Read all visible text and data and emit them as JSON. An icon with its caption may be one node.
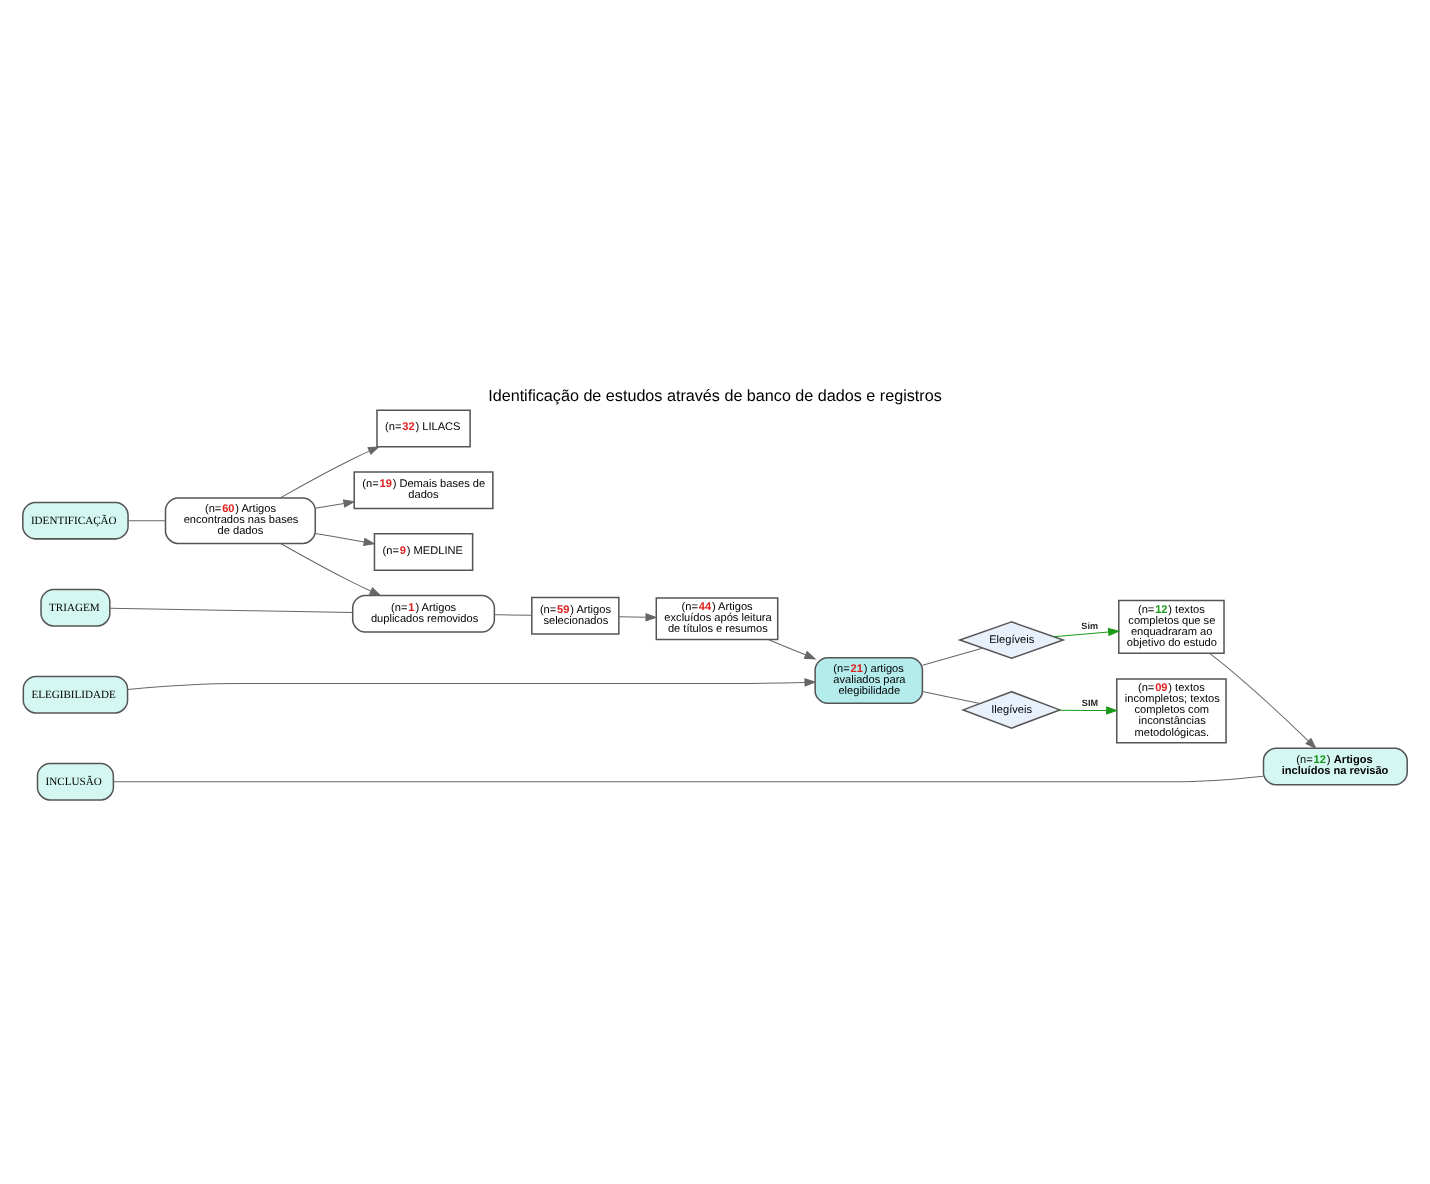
{
  "diagram": {
    "title": "Identificação de estudos através de banco de dados e registros",
    "nodes": [
      {
        "text": [
          "IDENTIFICAÇÃO"
        ]
      },
      {
        "text": [
          "(n=**60**) Artigos encontrados nas bases de dados"
        ]
      },
      {
        "text": [
          "(n=**9**) MEDLINE"
        ]
      },
      {
        "text": [
          "(n=**32**) LILACS"
        ]
      },
      {
        "text": [
          "(n=**19**) Demais bases de dados"
        ]
      },
      {
        "text": [
          "TRIAGEM"
        ]
      },
      {
        "text": [
          "(n=**1**) Artigos duplicados removidos"
        ]
      },
      {
        "text": [
          "(n=**59**) Artigos selecionados"
        ]
      },
      {
        "text": [
          "(n=**44**) Artigos excluídos após leitura de títulos e resumos"
        ]
      },
      {
        "text": [
          "ELEGIBILIDADE"
        ]
      },
      {
        "text": [
          "(n=**21**) artigos avaliados para elegibilidade"
        ]
      },
      {
        "text": [
          "Ilegíveis"
        ]
      },
      {
        "text": [
          "(n=**09**) textos incompletos; textos completos com inconstâncias metodológicas."
        ]
      },
      {
        "text": [
          "Elegíveis"
        ]
      },
      {
        "text": [
          "(n=**12**) textos completos que se enquadraram ao objetivo do estudo"
        ]
      },
      {
        "text": [
          "INCLUSÃO"
        ]
      },
      {
        "text": [
          "(n=**12**) **Artigos incluídos na revisão**"
        ]
      }
    ],
    "edges": [
      {
        "from": 0,
        "to": 1,
        "arrow": "none"
      },
      {
        "from": 1,
        "to": 2,
        "arrow": "to"
      },
      {
        "from": 1,
        "to": 3,
        "arrow": "to"
      },
      {
        "from": 1,
        "to": 4,
        "arrow": "to"
      },
      {
        "from": 1,
        "to": 6,
        "arrow": "to"
      },
      {
        "from": 5,
        "to": 6,
        "arrow": "none"
      },
      {
        "from": 6,
        "to": 7,
        "arrow": "none"
      },
      {
        "from": 7,
        "to": 8,
        "arrow": "to"
      },
      {
        "from": 9,
        "to": 10,
        "arrow": "to"
      },
      {
        "from": 8,
        "to": 10,
        "arrow": "to"
      },
      {
        "from": 10,
        "to": 11,
        "arrow": "none"
      },
      {
        "from": 11,
        "to": 12,
        "arrow": "to",
        "label": "SIM",
        "color": "#1a9a1a"
      },
      {
        "from": 10,
        "to": 13,
        "arrow": "none"
      },
      {
        "from": 13,
        "to": 14,
        "arrow": "to",
        "label": "Sim",
        "color": "#1a9a1a"
      },
      {
        "from": 14,
        "to": 16,
        "arrow": "to"
      },
      {
        "from": 15,
        "to": 16,
        "arrow": "none"
      }
    ]
  }
}
